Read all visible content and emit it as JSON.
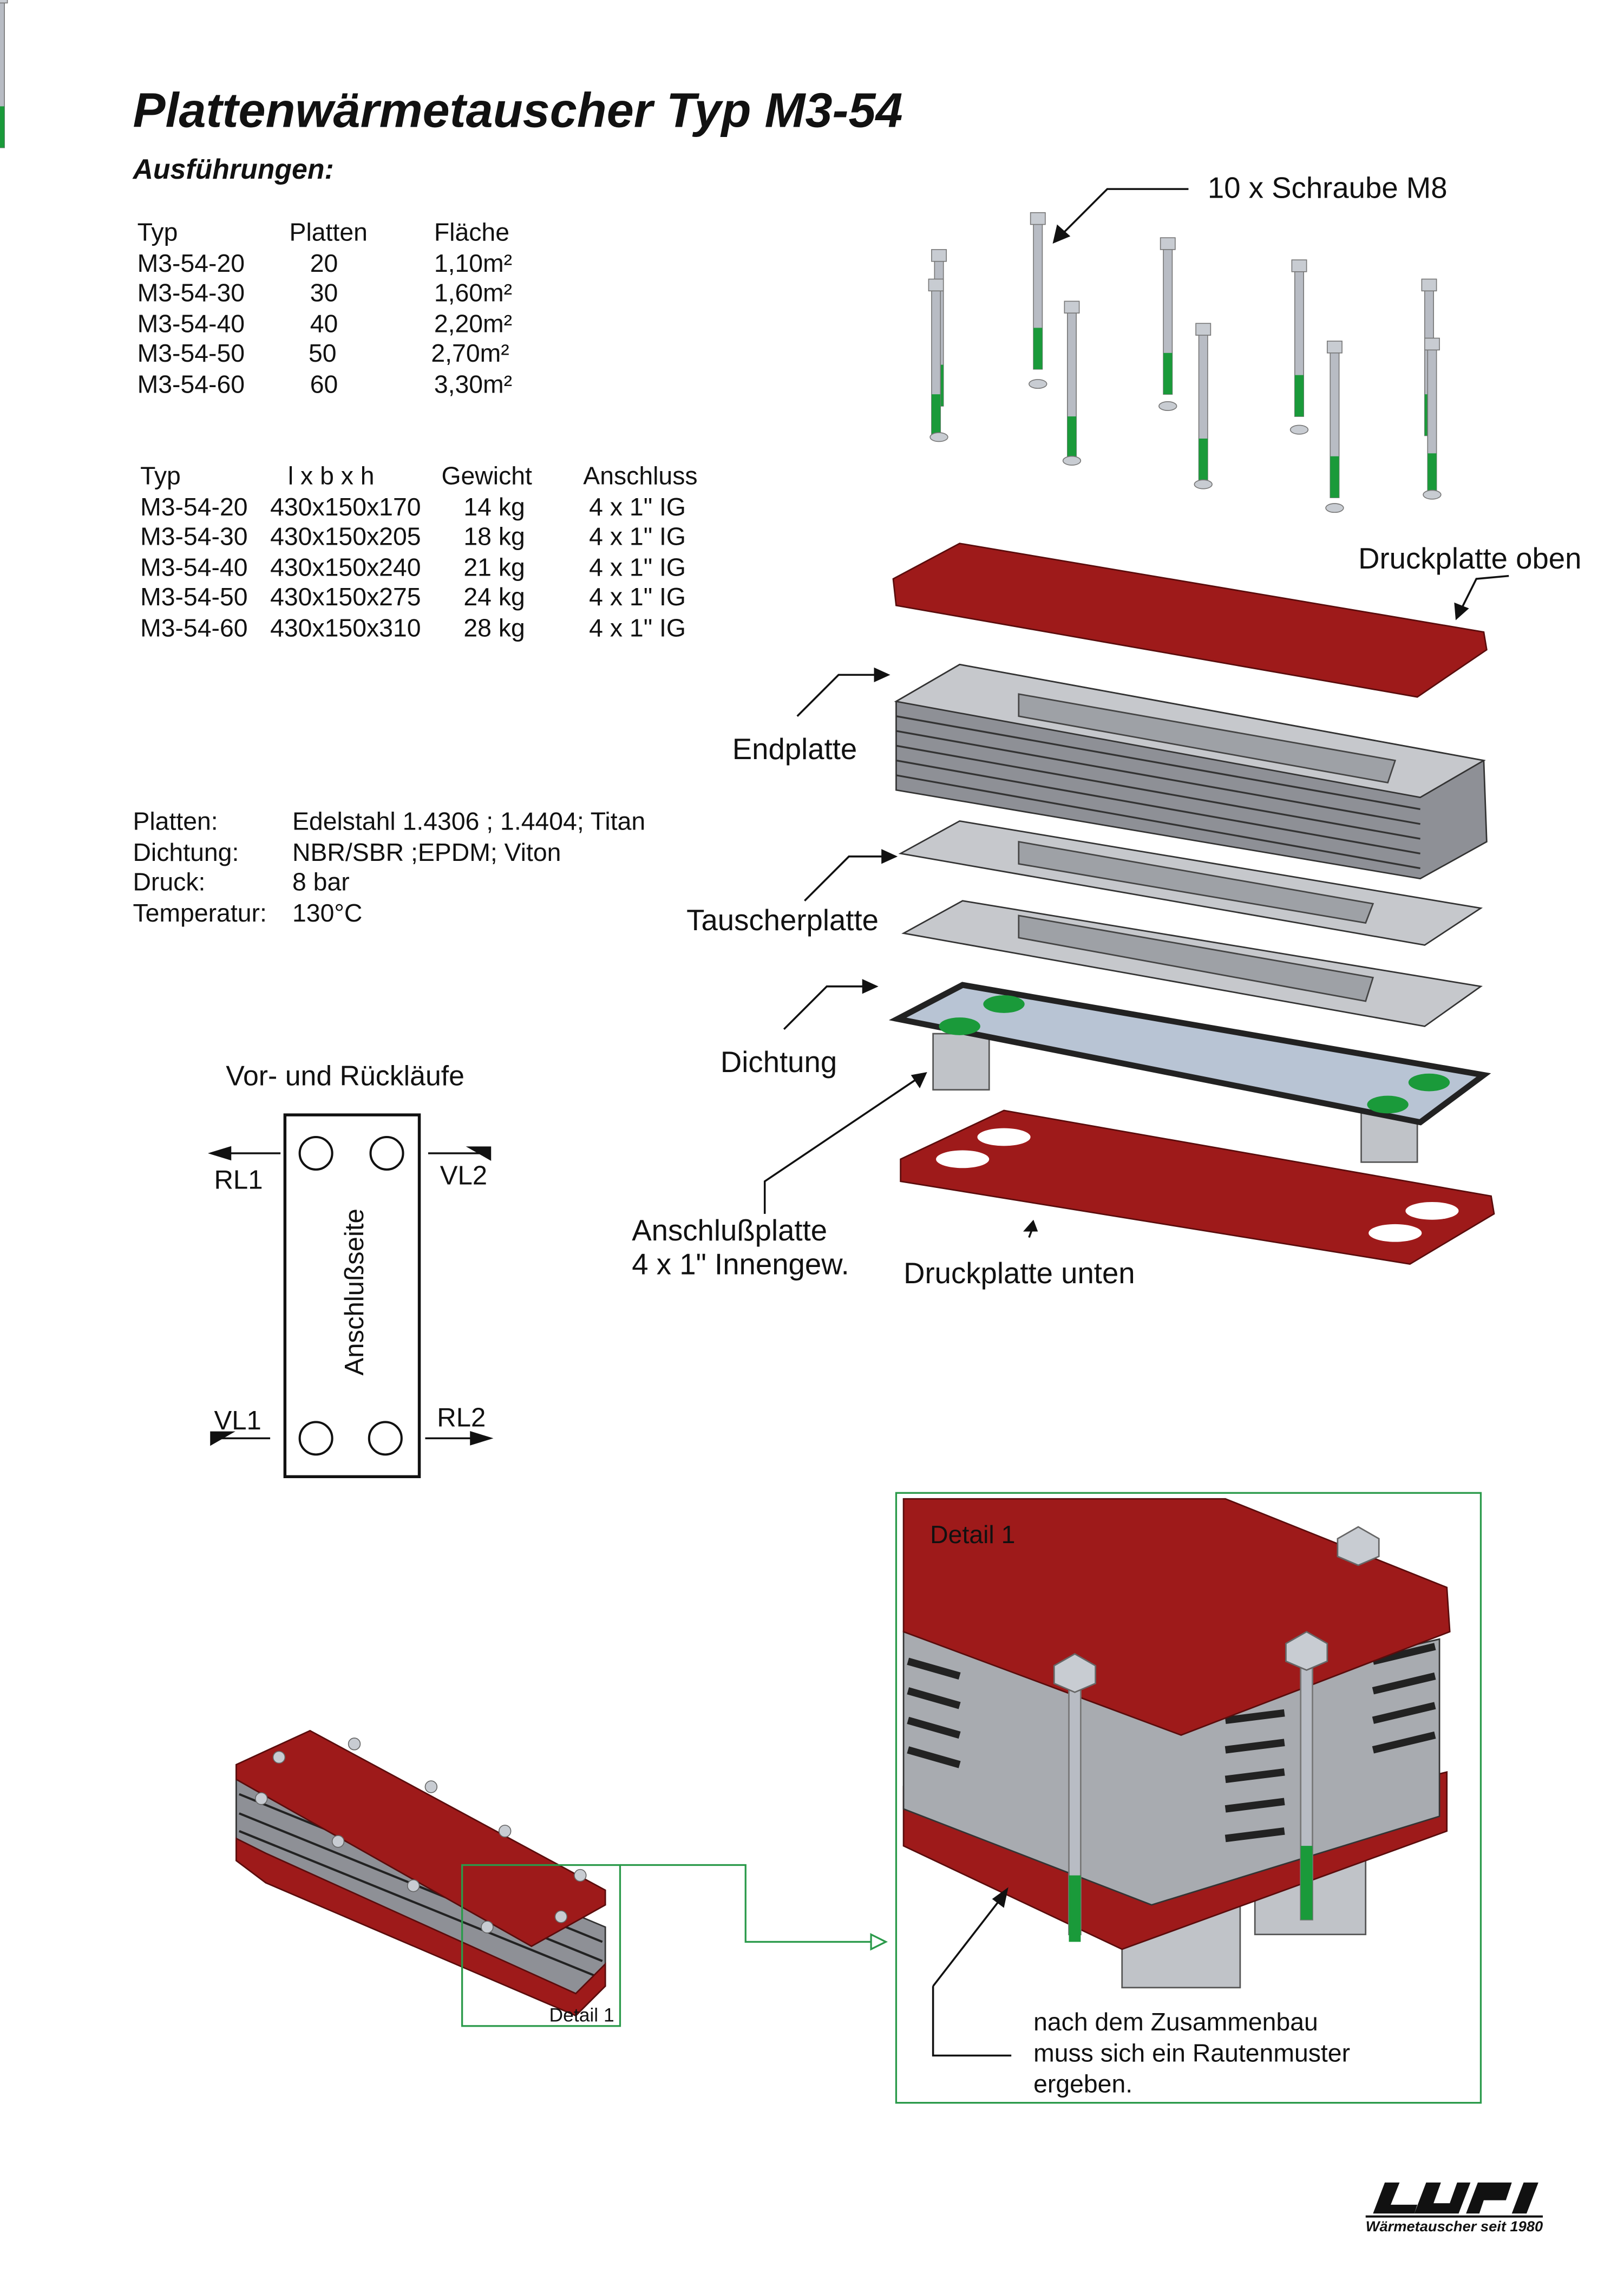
{
  "title": "Plattenwärmetauscher Typ M3-54",
  "subtitle": "Ausführungen:",
  "table1": {
    "headers": [
      "Typ",
      "Platten",
      "Fläche"
    ],
    "rows": [
      [
        "M3-54-20",
        "20",
        "1,10m²"
      ],
      [
        "M3-54-30",
        "30",
        "1,60m²"
      ],
      [
        "M3-54-40",
        "40",
        "2,20m²"
      ],
      [
        "M3-54-50",
        "50",
        "2,70m²"
      ],
      [
        "M3-54-60",
        "60",
        "3,30m²"
      ]
    ]
  },
  "table2": {
    "headers": [
      "Typ",
      "l x b x h",
      "Gewicht",
      "Anschluss"
    ],
    "rows": [
      [
        "M3-54-20",
        "430x150x170",
        "14 kg",
        "4 x 1\" IG"
      ],
      [
        "M3-54-30",
        "430x150x205",
        "18 kg",
        "4 x 1\" IG"
      ],
      [
        "M3-54-40",
        "430x150x240",
        "21 kg",
        "4 x 1\" IG"
      ],
      [
        "M3-54-50",
        "430x150x275",
        "24 kg",
        "4 x 1\" IG"
      ],
      [
        "M3-54-60",
        "430x150x310",
        "28 kg",
        "4 x 1\" IG"
      ]
    ]
  },
  "specs": [
    {
      "label": "Platten:",
      "value": "Edelstahl 1.4306 ; 1.4404; Titan"
    },
    {
      "label": "Dichtung:",
      "value": "NBR/SBR ;EPDM; Viton"
    },
    {
      "label": "Druck:",
      "value": "8 bar"
    },
    {
      "label": "Temperatur:",
      "value": "130°C"
    }
  ],
  "flow_diagram": {
    "title": "Vor- und Rückläufe",
    "side_label": "Anschlußseite",
    "ports": {
      "rl1": "RL1",
      "vl2": "VL2",
      "vl1": "VL1",
      "rl2": "RL2"
    }
  },
  "exploded_labels": {
    "bolts": "10 x Schraube M8",
    "top_plate": "Druckplatte oben",
    "end_plate": "Endplatte",
    "exchanger_plate": "Tauscherplatte",
    "gasket": "Dichtung",
    "connection_plate_1": "Anschlußplatte",
    "connection_plate_2": "4 x 1\" Innengew.",
    "bottom_plate": "Druckplatte unten"
  },
  "detail": {
    "small_label": "Detail 1",
    "title": "Detail 1",
    "note": [
      "nach dem Zusammenbau",
      "muss sich ein Rautenmuster",
      "ergeben."
    ]
  },
  "logo": {
    "text": "LUPI",
    "tagline": "Wärmetauscher seit 1980"
  },
  "colors": {
    "plate_red": "#9e1a1a",
    "green": "#1a9a3a",
    "steel": "#b8bcc4"
  }
}
